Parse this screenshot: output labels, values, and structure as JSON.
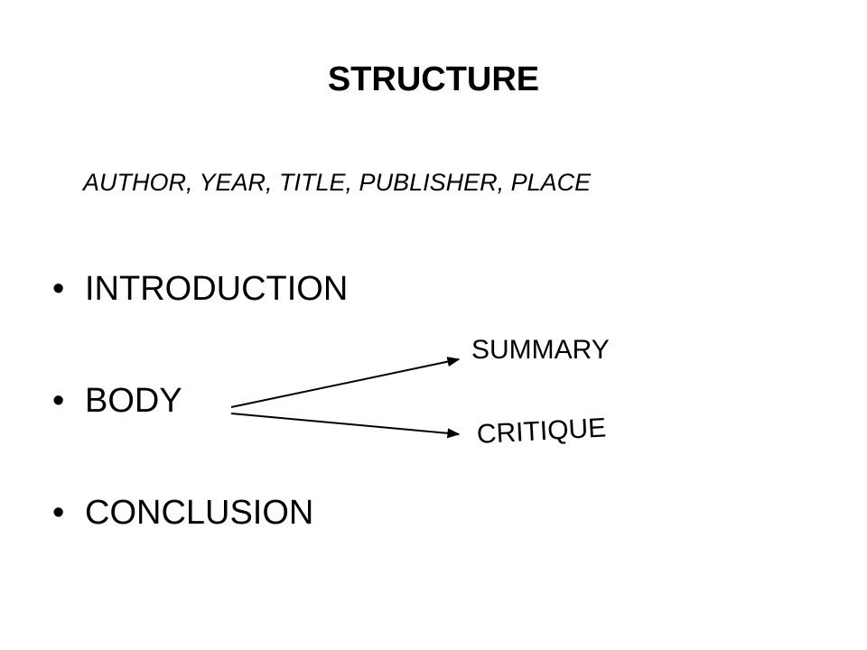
{
  "slide": {
    "title": "STRUCTURE",
    "subtitle": "AUTHOR, YEAR, TITLE, PUBLISHER, PLACE",
    "bullets": [
      {
        "marker": "•",
        "label": "INTRODUCTION"
      },
      {
        "marker": "•",
        "label": "BODY"
      },
      {
        "marker": "•",
        "label": "CONCLUSION"
      }
    ],
    "branches": {
      "summary": "SUMMARY",
      "critique": "CRITIQUE"
    }
  }
}
